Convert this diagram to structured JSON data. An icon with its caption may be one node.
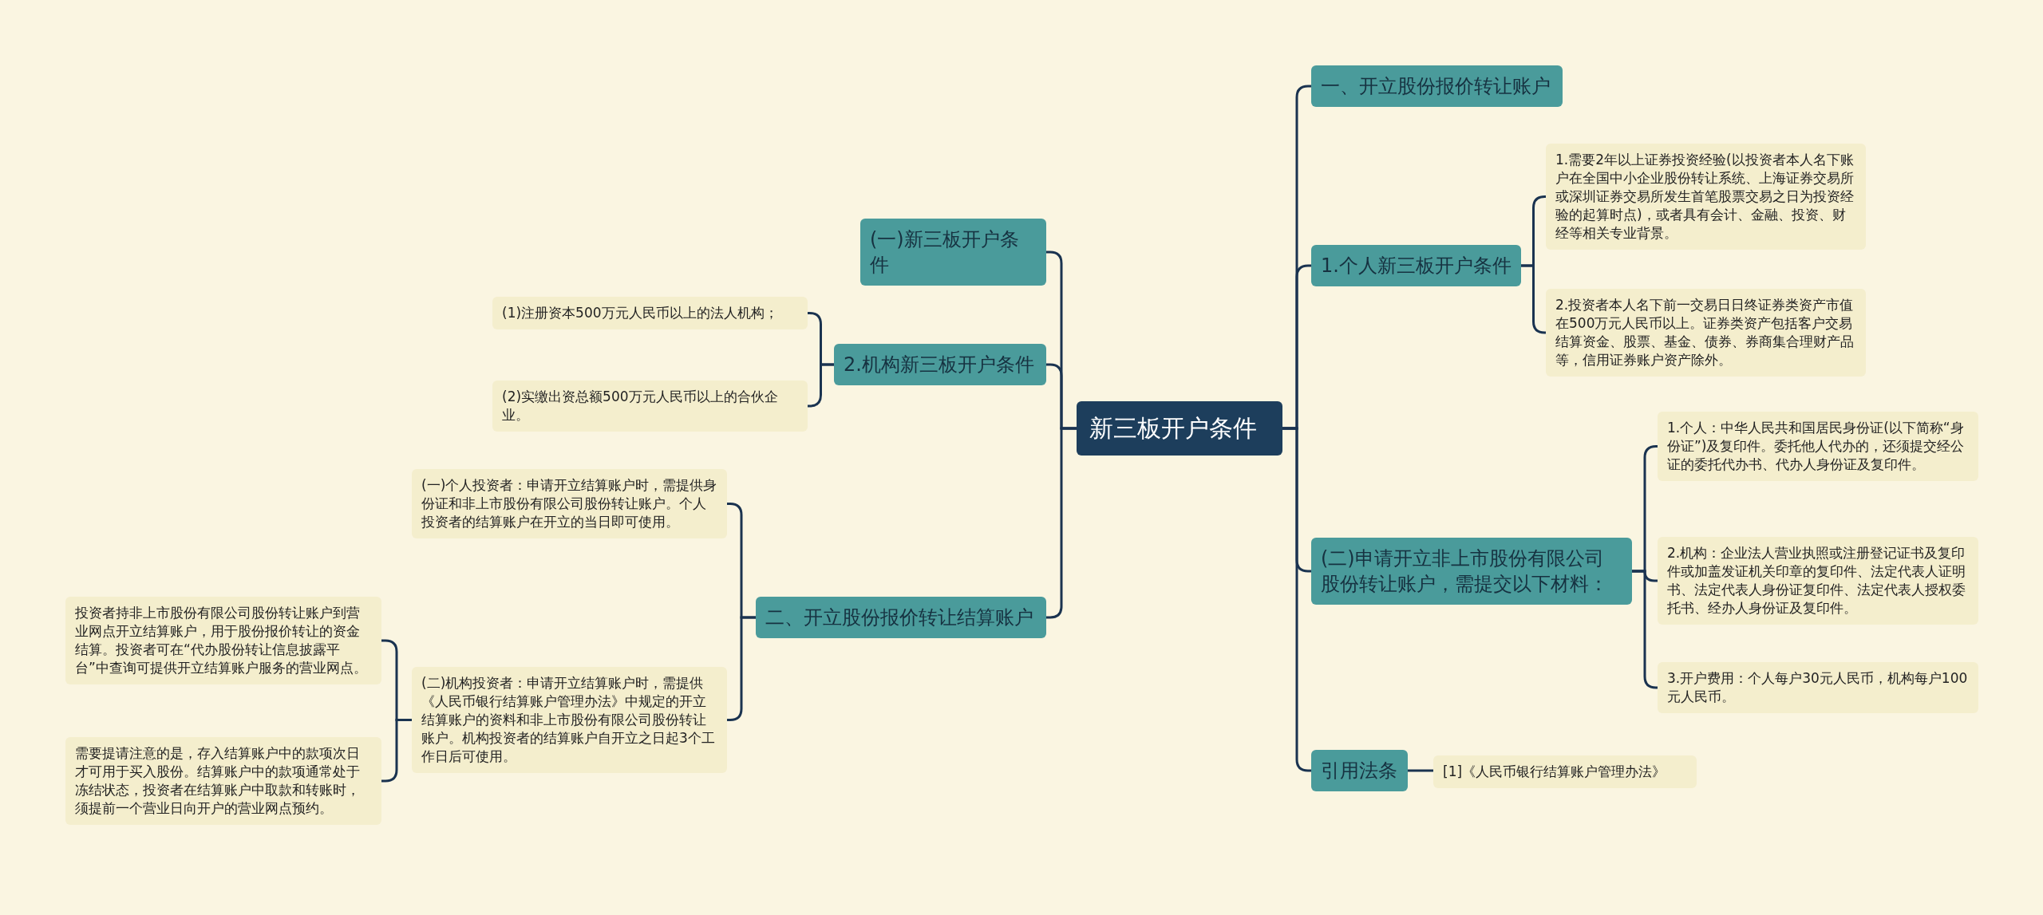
{
  "diagram": {
    "nodes": [
      {
        "text": [
          "新三板开户条件"
        ]
      },
      {
        "text": [
          "一、开立股份报价转让账户"
        ]
      },
      {
        "text": [
          "1.个人新三板开户条件"
        ]
      },
      {
        "text": [
          "1.需要2年以上证券投资经验(以投资者本人名下账户在全国中小企业股份转让系统、上海证券交易所或深圳证券交易所发生首笔股票交易之日为投资经验的起算时点)，或者具有会计、金融、投资、财经等相关专业背景。"
        ]
      },
      {
        "text": [
          "2.投资者本人名下前一交易日日终证券类资产市值在500万元人民币以上。证券类资产包括客户交易结算资金、股票、基金、债券、券商集合理财产品等，信用证券账户资产除外。"
        ]
      },
      {
        "text": [
          "(二)申请开立非上市股份有限公司股份转让账户，需提交以下材料："
        ]
      },
      {
        "text": [
          "1.个人：中华人民共和国居民身份证(以下简称“身份证”)及复印件。委托他人代办的，还须提交经公证的委托代办书、代办人身份证及复印件。"
        ]
      },
      {
        "text": [
          "2.机构：企业法人营业执照或注册登记证书及复印件或加盖发证机关印章的复印件、法定代表人证明书、法定代表人身份证复印件、法定代表人授权委托书、经办人身份证及复印件。"
        ]
      },
      {
        "text": [
          "3.开户费用：个人每户30元人民币，机构每户100元人民币。"
        ]
      },
      {
        "text": [
          "引用法条"
        ]
      },
      {
        "text": [
          "[1]《人民币银行结算账户管理办法》"
        ]
      },
      {
        "text": [
          "(一)新三板开户条件"
        ]
      },
      {
        "text": [
          "2.机构新三板开户条件"
        ]
      },
      {
        "text": [
          "(1)注册资本500万元人民币以上的法人机构；"
        ]
      },
      {
        "text": [
          "(2)实缴出资总额500万元人民币以上的合伙企业。"
        ]
      },
      {
        "text": [
          "二、开立股份报价转让结算账户"
        ]
      },
      {
        "text": [
          "(一)个人投资者：申请开立结算账户时，需提供身份证和非上市股份有限公司股份转让账户。个人投资者的结算账户在开立的当日即可使用。"
        ]
      },
      {
        "text": [
          "(二)机构投资者：申请开立结算账户时，需提供《人民币银行结算账户管理办法》中规定的开立结算账户的资料和非上市股份有限公司股份转让账户。机构投资者的结算账户自开立之日起3个工作日后可使用。"
        ]
      },
      {
        "text": [
          "投资者持非上市股份有限公司股份转让账户到营业网点开立结算账户，用于股份报价转让的资金结算。投资者可在“代办股份转让信息披露平台”中查询可提供开立结算账户服务的营业网点。"
        ]
      },
      {
        "text": [
          "需要提请注意的是，存入结算账户中的款项次日才可用于买入股份。结算账户中的款项通常处于冻结状态，投资者在结算账户中取款和转账时，须提前一个营业日向开户的营业网点预约。"
        ]
      }
    ],
    "edges": [
      {
        "from": 0,
        "to": 1,
        "arrow": "none"
      },
      {
        "from": 0,
        "to": 2,
        "arrow": "none"
      },
      {
        "from": 2,
        "to": 3,
        "arrow": "none"
      },
      {
        "from": 2,
        "to": 4,
        "arrow": "none"
      },
      {
        "from": 0,
        "to": 5,
        "arrow": "none"
      },
      {
        "from": 5,
        "to": 6,
        "arrow": "none"
      },
      {
        "from": 5,
        "to": 7,
        "arrow": "none"
      },
      {
        "from": 5,
        "to": 8,
        "arrow": "none"
      },
      {
        "from": 0,
        "to": 9,
        "arrow": "none"
      },
      {
        "from": 9,
        "to": 10,
        "arrow": "none"
      },
      {
        "from": 0,
        "to": 11,
        "arrow": "none"
      },
      {
        "from": 0,
        "to": 12,
        "arrow": "none"
      },
      {
        "from": 12,
        "to": 13,
        "arrow": "none"
      },
      {
        "from": 12,
        "to": 14,
        "arrow": "none"
      },
      {
        "from": 0,
        "to": 15,
        "arrow": "none"
      },
      {
        "from": 15,
        "to": 16,
        "arrow": "none"
      },
      {
        "from": 15,
        "to": 17,
        "arrow": "none"
      },
      {
        "from": 17,
        "to": 18,
        "arrow": "none"
      },
      {
        "from": 17,
        "to": 19,
        "arrow": "none"
      }
    ]
  }
}
